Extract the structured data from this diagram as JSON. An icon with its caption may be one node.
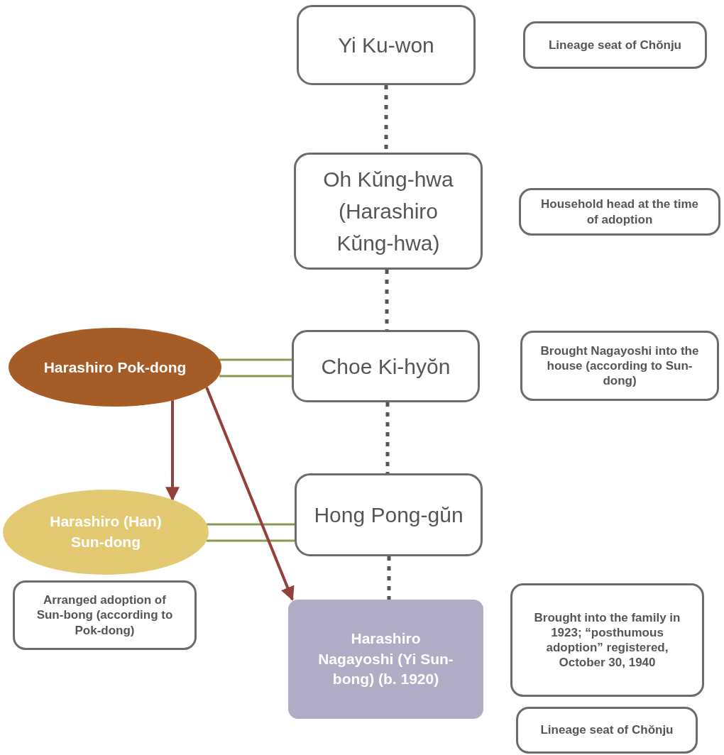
{
  "diagram": {
    "nodes": [
      {
        "text": [
          "Yi Ku-won"
        ]
      },
      {
        "text": [
          "Lineage seat of Chŏnju"
        ]
      },
      {
        "text": [
          "Oh Kŭng-hwa (Harashiro Kŭng-hwa)"
        ]
      },
      {
        "text": [
          "Household head at the time of adoption"
        ]
      },
      {
        "text": [
          "Harashiro Pok-dong"
        ]
      },
      {
        "text": [
          "Choe Ki-hyŏn"
        ]
      },
      {
        "text": [
          "Brought Nagayoshi into the house (according to Sun-dong)"
        ]
      },
      {
        "text": [
          "Harashiro (Han) Sun-dong"
        ]
      },
      {
        "text": [
          "Hong Pong-gŭn"
        ]
      },
      {
        "text": [
          "Arranged adoption of Sun-bong (according to Pok-dong)"
        ]
      },
      {
        "text": [
          "Harashiro Nagayoshi (Yi Sun-bong) (b. 1920)"
        ]
      },
      {
        "text": [
          "Brought into the family in 1923; “posthumous adoption” registered, October 30, 1940"
        ]
      },
      {
        "text": [
          "Lineage seat of Chŏnju"
        ]
      }
    ],
    "edges": [
      {
        "from": 0,
        "to": 2,
        "arrow": "none",
        "style": "dashed"
      },
      {
        "from": 2,
        "to": 5,
        "arrow": "none",
        "style": "dashed"
      },
      {
        "from": 5,
        "to": 8,
        "arrow": "none",
        "style": "dashed"
      },
      {
        "from": 8,
        "to": 10,
        "arrow": "none",
        "style": "dashed"
      },
      {
        "from": 4,
        "to": 5,
        "arrow": "none",
        "color": "#8a9a50"
      },
      {
        "from": 7,
        "to": 8,
        "arrow": "none",
        "color": "#8a9a50"
      },
      {
        "from": 4,
        "to": 7,
        "arrow": "to",
        "color": "#94403a"
      },
      {
        "from": 4,
        "to": 10,
        "arrow": "to",
        "color": "#94403a"
      }
    ]
  }
}
